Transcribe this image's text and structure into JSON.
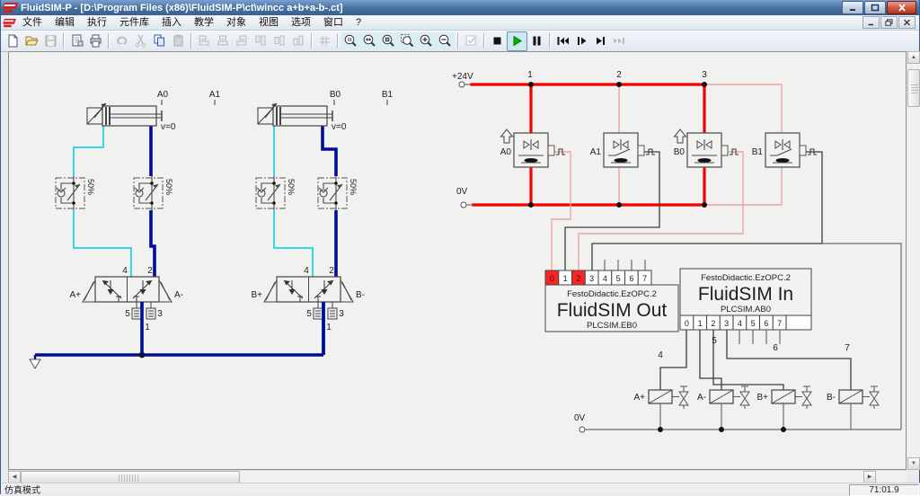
{
  "window": {
    "title": "FluidSIM-P - [D:\\Program Files (x86)\\FluidSIM-P\\ct\\wincc a+b+a-b-.ct]",
    "controls": [
      "minimize",
      "maximize",
      "close"
    ]
  },
  "menu": {
    "items": [
      "文件",
      "编辑",
      "执行",
      "元件库",
      "插入",
      "教学",
      "对象",
      "视图",
      "选项",
      "窗口",
      "?"
    ]
  },
  "toolbar": {
    "icons": [
      "new-file",
      "open-file",
      "save",
      "page-setup",
      "print",
      "undo",
      "cut",
      "copy",
      "paste",
      "align-left",
      "align-center-h",
      "align-right",
      "align-top",
      "align-middle-v",
      "align-bottom",
      "grid",
      "zoom-actual",
      "zoom-fit",
      "zoom-page",
      "zoom-area",
      "zoom-in",
      "zoom-out",
      "simulation-check",
      "stop",
      "play",
      "pause",
      "reset-step",
      "single-step",
      "simulate-to-state",
      "next-topic"
    ]
  },
  "pneumatic": {
    "cylinders": [
      {
        "back_label": "A0",
        "front_label": "A1",
        "velocity": "v=0"
      },
      {
        "back_label": "B0",
        "front_label": "B1",
        "velocity": "v=0"
      }
    ],
    "throttle_setting": "50%",
    "valves": [
      {
        "left_label": "A+",
        "right_label": "A-",
        "port_top_left": "4",
        "port_top_right": "2",
        "port_bottom_left": "5",
        "port_bottom_mid": "1",
        "port_bottom_right": "3"
      },
      {
        "left_label": "B+",
        "right_label": "B-",
        "port_top_left": "4",
        "port_top_right": "2",
        "port_bottom_left": "5",
        "port_bottom_mid": "1",
        "port_bottom_right": "3"
      }
    ]
  },
  "electrical": {
    "supply_label": "+24V",
    "ground_label": "0V",
    "ground_label_2": "0V",
    "node_numbers": [
      "1",
      "2",
      "3"
    ],
    "wire_numbers": [
      "4",
      "5",
      "6",
      "7"
    ],
    "sensors": [
      {
        "label": "A0",
        "state": "closed"
      },
      {
        "label": "A1",
        "state": "open"
      },
      {
        "label": "B0",
        "state": "closed"
      },
      {
        "label": "B1",
        "state": "open"
      }
    ],
    "plc_out": {
      "driver": "FestoDidactic.EzOPC.2",
      "title": "FluidSIM Out",
      "address": "PLCSIM.EB0",
      "pins": [
        "0",
        "1",
        "2",
        "3",
        "4",
        "5",
        "6",
        "7"
      ],
      "active_pins": [
        "0",
        "2"
      ]
    },
    "plc_in": {
      "driver": "FestoDidactic.EzOPC.2",
      "title": "FluidSIM In",
      "address": "PLCSIM.AB0",
      "pins": [
        "0",
        "1",
        "2",
        "3",
        "4",
        "5",
        "6",
        "7"
      ]
    },
    "solenoids": [
      {
        "label": "A+"
      },
      {
        "label": "A-"
      },
      {
        "label": "B+"
      },
      {
        "label": "B-"
      }
    ]
  },
  "statusbar": {
    "mode": "仿真模式",
    "sim_time": "71:01.9"
  }
}
